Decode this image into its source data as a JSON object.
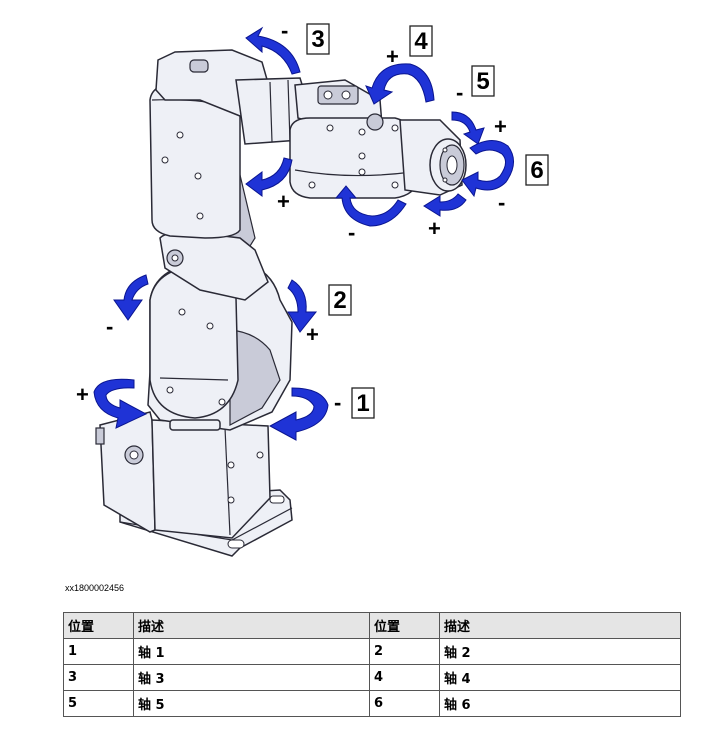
{
  "figure": {
    "axis_labels": [
      "1",
      "2",
      "3",
      "4",
      "5",
      "6"
    ],
    "plus_sign": "+",
    "minus_sign": "-",
    "arrow_color": "#1f33d6",
    "figure_id": "xx1800002456"
  },
  "table": {
    "headers": [
      "位置",
      "描述",
      "位置",
      "描述"
    ],
    "rows": [
      [
        "1",
        "轴 1",
        "2",
        "轴 2"
      ],
      [
        "3",
        "轴 3",
        "4",
        "轴 4"
      ],
      [
        "5",
        "轴 5",
        "6",
        "轴 6"
      ]
    ]
  }
}
